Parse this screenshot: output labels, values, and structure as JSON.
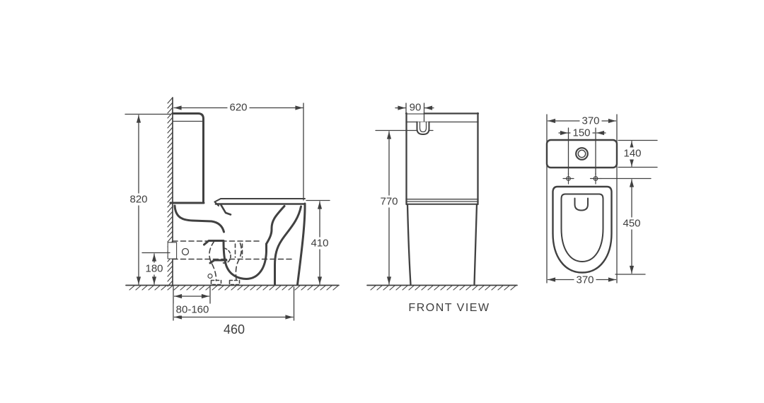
{
  "drawing": {
    "background_color": "#ffffff",
    "line_color": "#414141",
    "side_view": {
      "dim_width_top": "620",
      "dim_height_overall": "820",
      "dim_inlet_height": "180",
      "dim_rim_height": "410",
      "dim_rough_in_range": "80-160",
      "dim_depth_base": "460"
    },
    "front_view": {
      "dim_button_offset": "90",
      "dim_height_to_button": "770",
      "caption": "FRONT VIEW"
    },
    "top_view": {
      "dim_width_top": "370",
      "dim_fixing_centres": "150",
      "dim_cistern_depth": "140",
      "dim_seat_length": "450",
      "dim_width_bottom": "370"
    }
  }
}
